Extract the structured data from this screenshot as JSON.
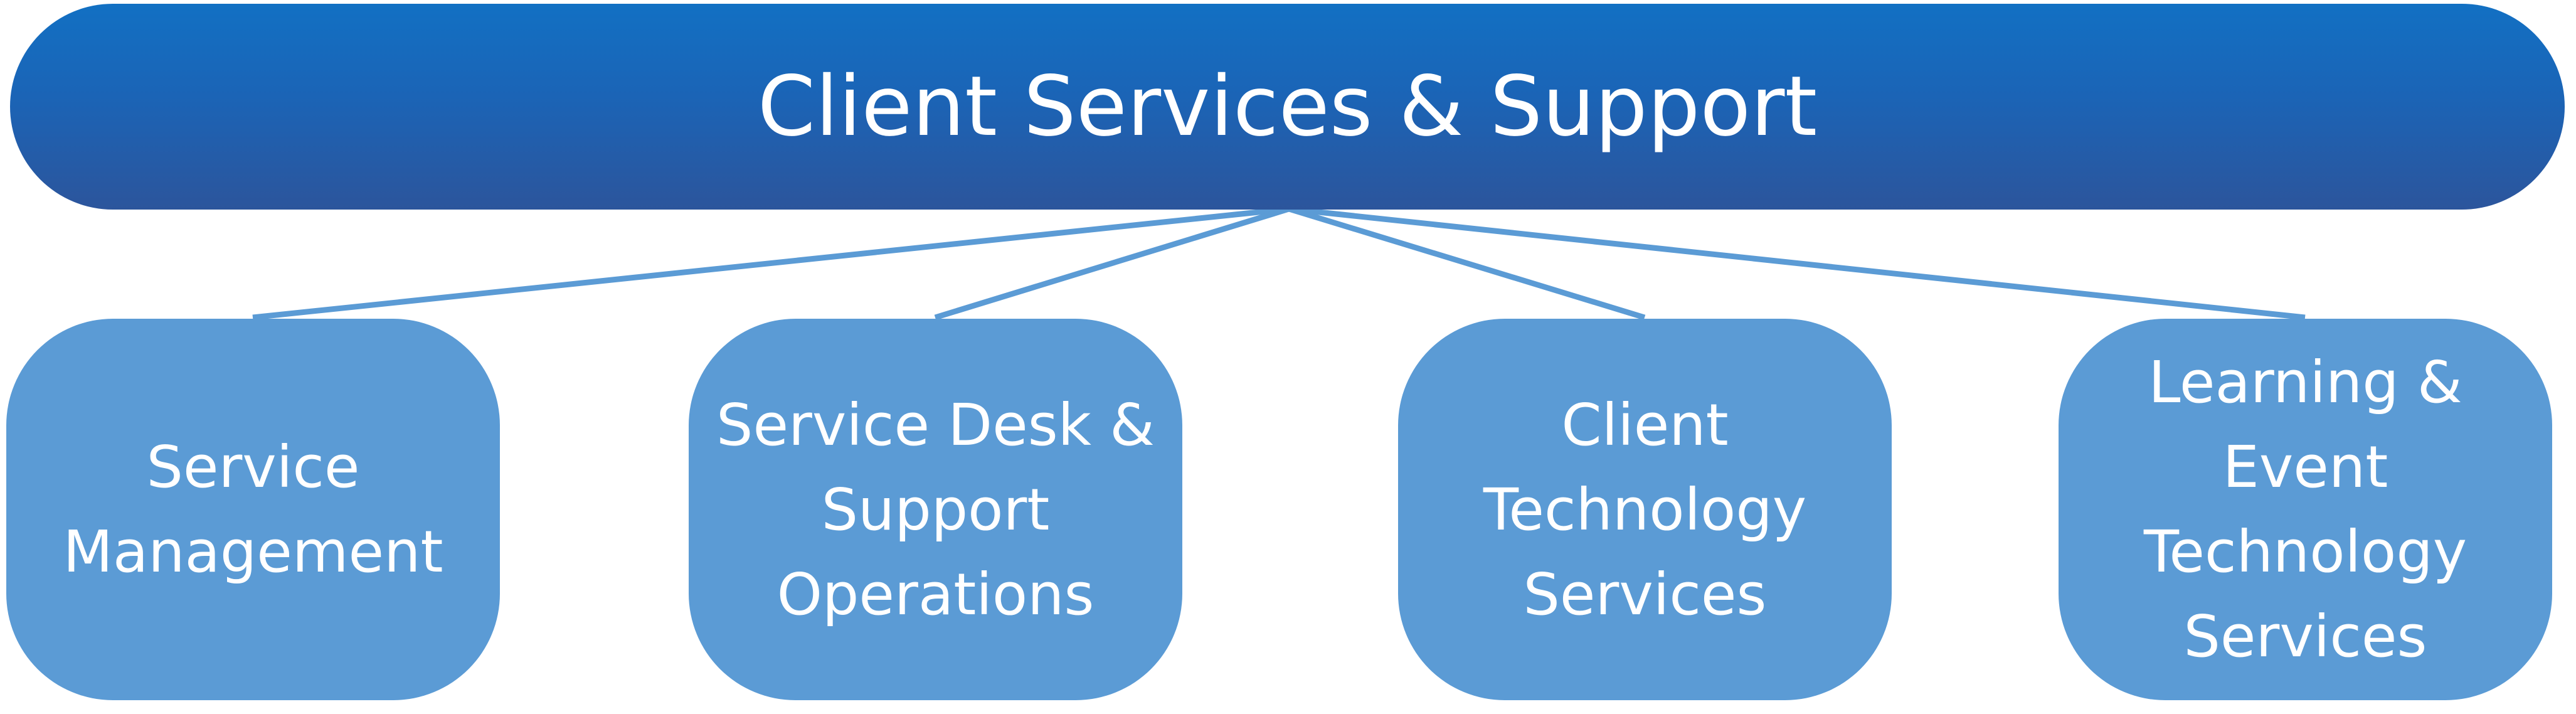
{
  "diagram": {
    "root": {
      "label": "Client Services & Support"
    },
    "children": [
      {
        "label": "Service\nManagement"
      },
      {
        "label": "Service Desk &\nSupport\nOperations"
      },
      {
        "label": "Client\nTechnology\nServices"
      },
      {
        "label": "Learning &\nEvent\nTechnology\nServices"
      }
    ],
    "colors": {
      "root_fill_top": "#1270c3",
      "root_fill_bottom": "#2c559c",
      "child_fill": "#5b9bd5",
      "connector": "#5b9bd5",
      "text": "#ffffff"
    }
  }
}
